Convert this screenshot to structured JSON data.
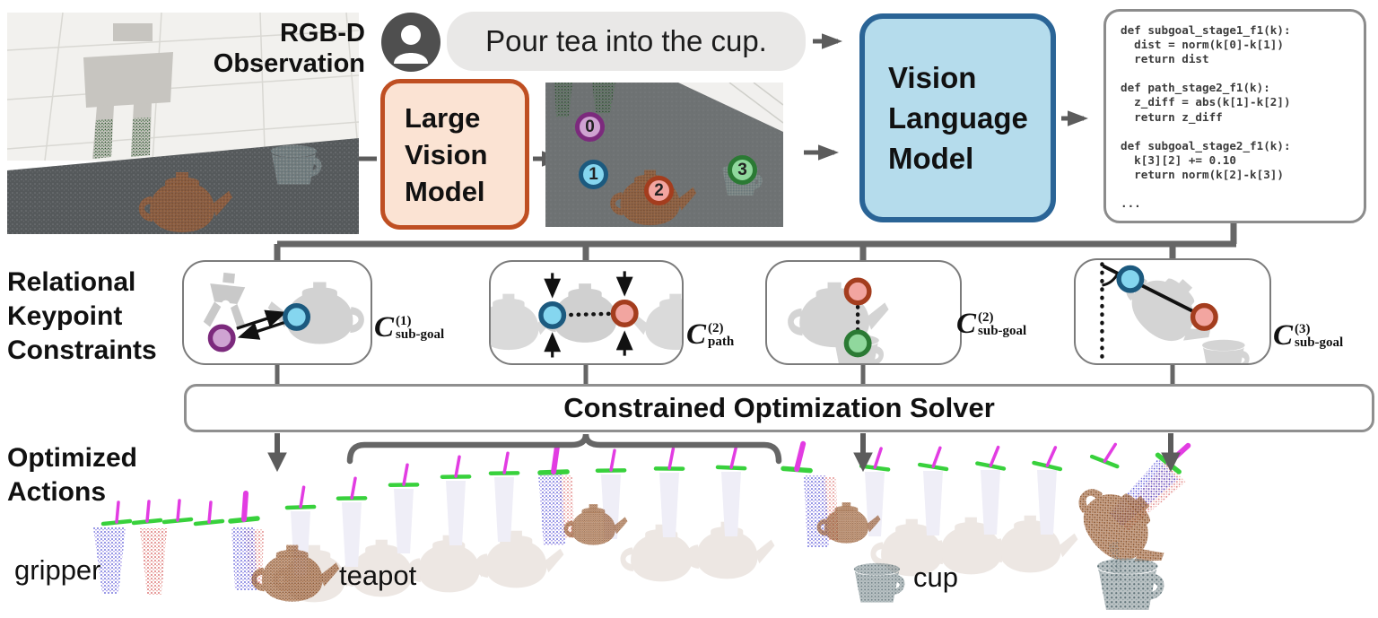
{
  "observation_label": [
    "RGB-D",
    "Observation"
  ],
  "instruction": "Pour tea into the cup.",
  "large_vision_model": [
    "Large",
    "Vision",
    "Model"
  ],
  "vision_language_model": [
    "Vision",
    "Language",
    "Model"
  ],
  "code": "def subgoal_stage1_f1(k):\n  dist = norm(k[0]-k[1])\n  return dist\n\ndef path_stage2_f1(k):\n  z_diff = abs(k[1]-k[2])\n  return z_diff\n\ndef subgoal_stage2_f1(k):\n  k[3][2] += 0.10\n  return norm(k[2]-k[3])\n\n...",
  "keypoints": [
    {
      "id": "0",
      "fill": "#cfa3d2",
      "stroke": "#7c2a7d"
    },
    {
      "id": "1",
      "fill": "#85d6ef",
      "stroke": "#1c5a7f"
    },
    {
      "id": "2",
      "fill": "#f2a5a0",
      "stroke": "#a43d1e"
    },
    {
      "id": "3",
      "fill": "#90d89d",
      "stroke": "#2b7a34"
    }
  ],
  "constraints_label": [
    "Relational",
    "Keypoint",
    "Constraints"
  ],
  "constraints": [
    {
      "symbol": "C",
      "sup": "(1)",
      "sub": "sub-goal"
    },
    {
      "symbol": "C",
      "sup": "(2)",
      "sub": "path"
    },
    {
      "symbol": "C",
      "sup": "(2)",
      "sub": "sub-goal"
    },
    {
      "symbol": "C",
      "sup": "(3)",
      "sub": "sub-goal"
    }
  ],
  "solver_label": "Constrained Optimization Solver",
  "actions_label": [
    "Optimized",
    "Actions"
  ],
  "object_labels": {
    "gripper": "gripper",
    "teapot": "teapot",
    "cup": "cup"
  },
  "colors": {
    "lvm-border": "#bf4f22",
    "lvm-fill": "#fbe3d3",
    "vlm-border": "#2a6496",
    "vlm-fill": "#b5dcec",
    "bubble-fill": "#e9e8e7",
    "connector": "#666666",
    "arrow-gray": "#5c5c5c",
    "marker-magenta": "#e23ce2",
    "marker-green": "#38d13c",
    "gripper-blue": "#4343d2",
    "gripper-red": "#d24848",
    "teapot-brown": "#9a5c33",
    "cup-gray": "#77868a",
    "silhouette-gray": "#d2d2d2"
  }
}
